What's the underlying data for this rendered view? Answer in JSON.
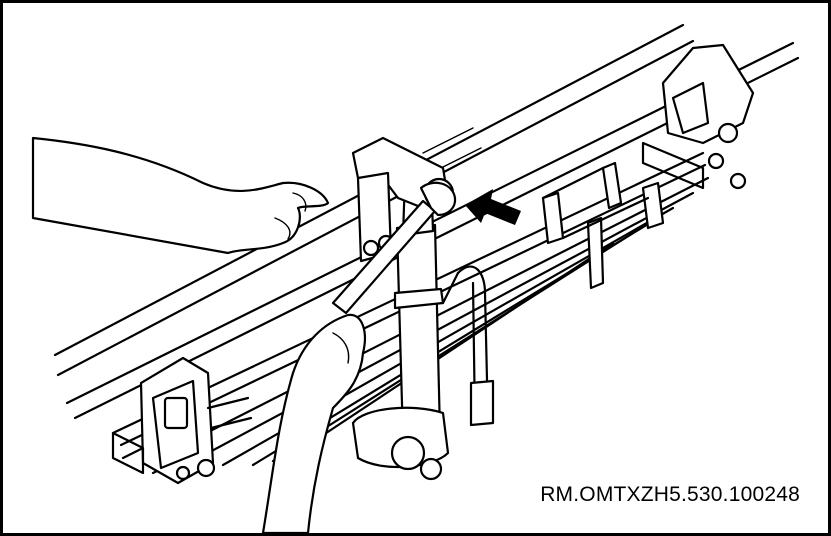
{
  "figure": {
    "reference_code": "RM.OMTXZH5.530.100248",
    "colors": {
      "line": "#000000",
      "background": "#ffffff"
    },
    "components": [
      "frame-rail",
      "leaf-spring",
      "shock-absorber",
      "upper-shock-mount",
      "wrench",
      "u-bolt",
      "spring-hanger-front",
      "spring-hanger-rear",
      "technician-hands",
      "direction-arrow-icon"
    ]
  }
}
